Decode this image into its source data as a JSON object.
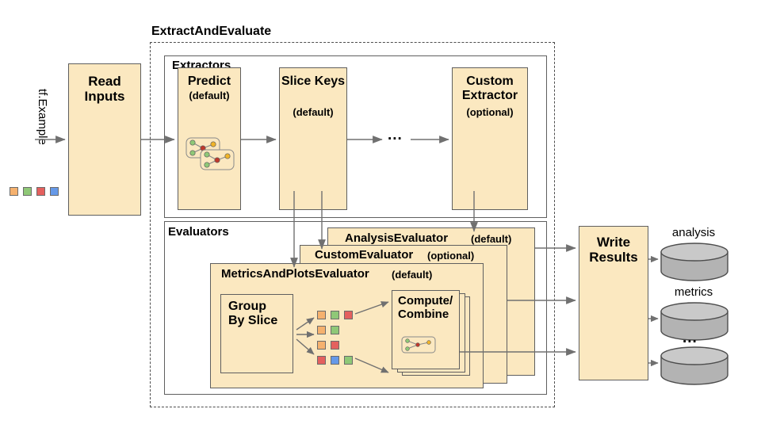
{
  "diagram": {
    "title_group": "ExtractAndEvaluate",
    "input_label": "tf.Example",
    "ellipsis": "...",
    "nodes": {
      "read_inputs": "Read\nInputs",
      "extractors_caption": "Extractors",
      "evaluators_caption": "Evaluators",
      "predict_title": "Predict",
      "predict_sub": "(default)",
      "slice_keys_title": "Slice\nKeys",
      "slice_keys_sub": "(default)",
      "custom_extractor_title": "Custom\nExtractor",
      "custom_extractor_sub": "(optional)",
      "analysis_eval_title": "AnalysisEvaluator",
      "analysis_eval_sub": "(default)",
      "custom_eval_title": "CustomEvaluator",
      "custom_eval_sub": "(optional)",
      "metrics_eval_title": "MetricsAndPlotsEvaluator",
      "metrics_eval_sub": "(default)",
      "group_by_slice": "Group\nBy Slice",
      "compute_combine": "Compute/\nCombine",
      "write_results": "Write\nResults"
    },
    "outputs": [
      {
        "name": "analysis"
      },
      {
        "name": "metrics"
      },
      {
        "name": "..."
      }
    ],
    "swatch_legend": [
      "orange",
      "green",
      "red",
      "blue"
    ],
    "slice_groups": [
      [
        "orange",
        "green",
        "red"
      ],
      [
        "orange",
        "green"
      ],
      [
        "orange",
        "red"
      ],
      [
        "red",
        "blue",
        "green"
      ]
    ],
    "colors": {
      "orange": "#f5b16e",
      "green": "#8fc877",
      "red": "#e4605e",
      "blue": "#6699e8",
      "box_fill": "#fbe8c0",
      "box_stroke": "#5f5f5f",
      "cylinder_fill": "#b3b3b3",
      "arrow": "#707070"
    }
  }
}
